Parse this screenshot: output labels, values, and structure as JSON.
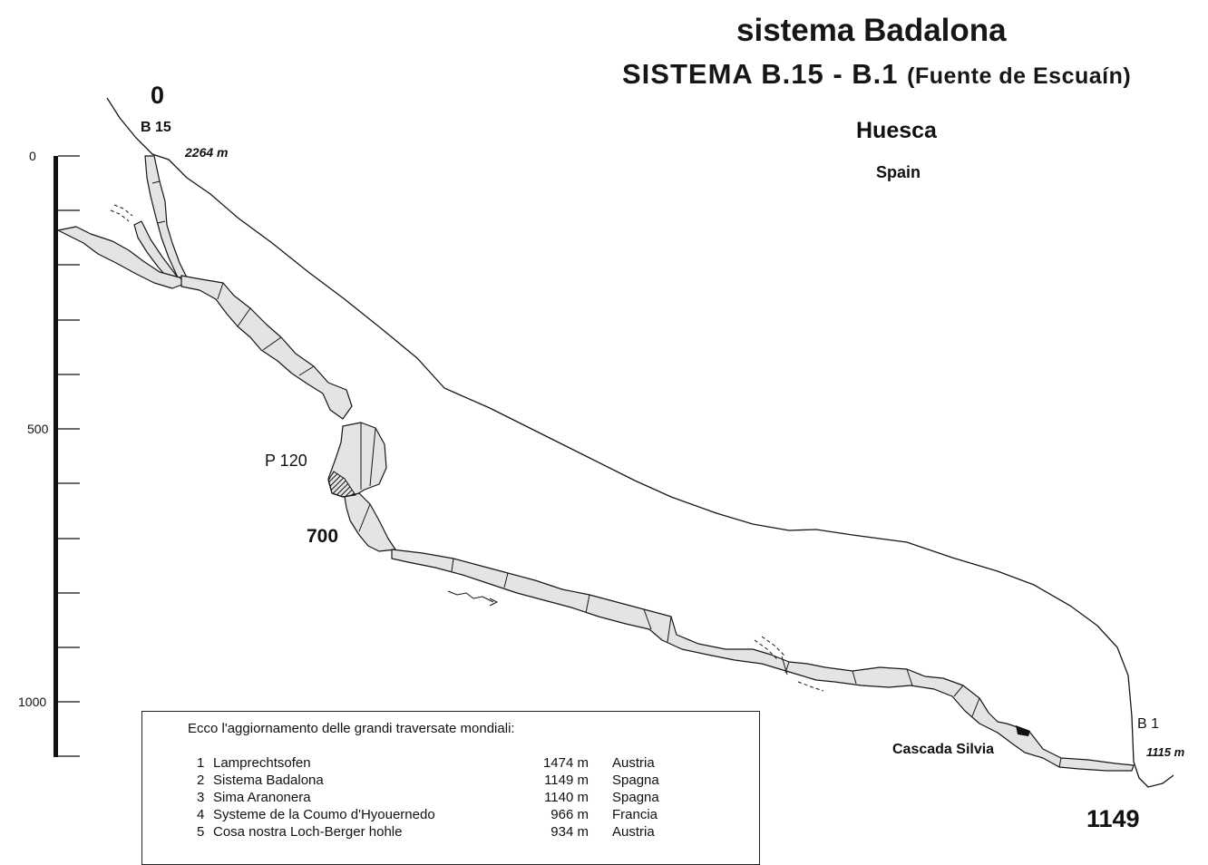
{
  "title": "sistema Badalona",
  "subtitle": {
    "main": "SISTEMA  B.15 - B.1",
    "paren": "(Fuente de Escuaín)"
  },
  "region": "Huesca",
  "country": "Spain",
  "labels": {
    "entrance_depth": "0",
    "top_entrance": "B 15",
    "top_altitude": "2264 m",
    "shaft": "P 120",
    "mid_depth": "700",
    "bottom_entrance": "B 1",
    "bottom_altitude": "1115 m",
    "waterfall": "Cascada Silvia",
    "total_depth": "1149"
  },
  "depth_scale": {
    "ticks": [
      "0",
      "500",
      "1000"
    ]
  },
  "legend": {
    "title": "Ecco l'aggiornamento delle grandi traversate mondiali:",
    "rows": [
      {
        "rank": "1",
        "name": "Lamprechtsofen",
        "length": "1474 m",
        "country": "Austria"
      },
      {
        "rank": "2",
        "name": "Sistema Badalona",
        "length": "1149 m",
        "country": "Spagna"
      },
      {
        "rank": "3",
        "name": "Sima Aranonera",
        "length": "1140 m",
        "country": "Spagna"
      },
      {
        "rank": "4",
        "name": "Systeme de la Coumo d'Hyouernedo",
        "length": "966 m",
        "country": "Francia"
      },
      {
        "rank": "5",
        "name": "Cosa nostra Loch-Berger hohle",
        "length": "934 m",
        "country": "Austria"
      }
    ]
  },
  "colors": {
    "ink": "#161616",
    "passage_fill": "#e4e4e4"
  }
}
